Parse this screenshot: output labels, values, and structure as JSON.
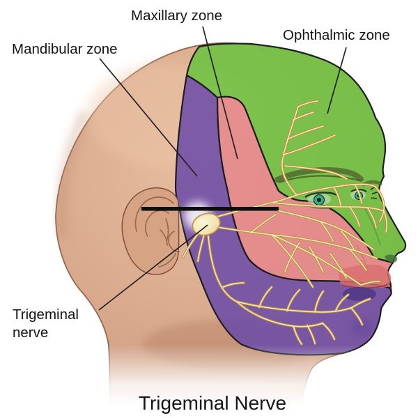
{
  "title": "Trigeminal Nerve",
  "labels": {
    "mandibular_zone": "Mandibular zone",
    "maxillary_zone": "Maxillary zone",
    "ophthalmic_zone": "Ophthalmic zone",
    "trigeminal_nerve_line1": "Trigeminal",
    "trigeminal_nerve_line2": "nerve"
  },
  "colors": {
    "ophthalmic_zone": "#6ac23f",
    "maxillary_zone": "#e5878c",
    "mandibular_zone": "#6b4aa8",
    "skin": "#d8a88c",
    "nerve_fill": "#f5e8bb",
    "nerve_outline": "#bb923e",
    "zone_outline": "#1e1e1e",
    "reference_line": "#0d0d0d",
    "leader_line": "#222222"
  }
}
